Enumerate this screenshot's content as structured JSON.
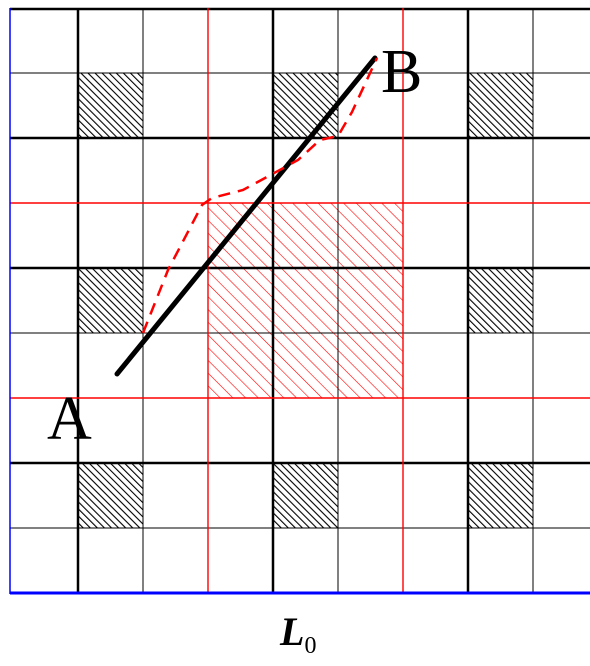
{
  "labels": {
    "point_a": "A",
    "point_b": "B",
    "length_symbol": "L",
    "length_subscript": "0"
  },
  "colors": {
    "grid_thin": "#000000",
    "grid_thick": "#000000",
    "grid_red": "#ff0000",
    "boundary_blue": "#0000ff",
    "hatch_black": "#000000",
    "hatch_red": "#ff0000",
    "path_black": "#000000",
    "path_red_dashed": "#ff0000"
  }
}
